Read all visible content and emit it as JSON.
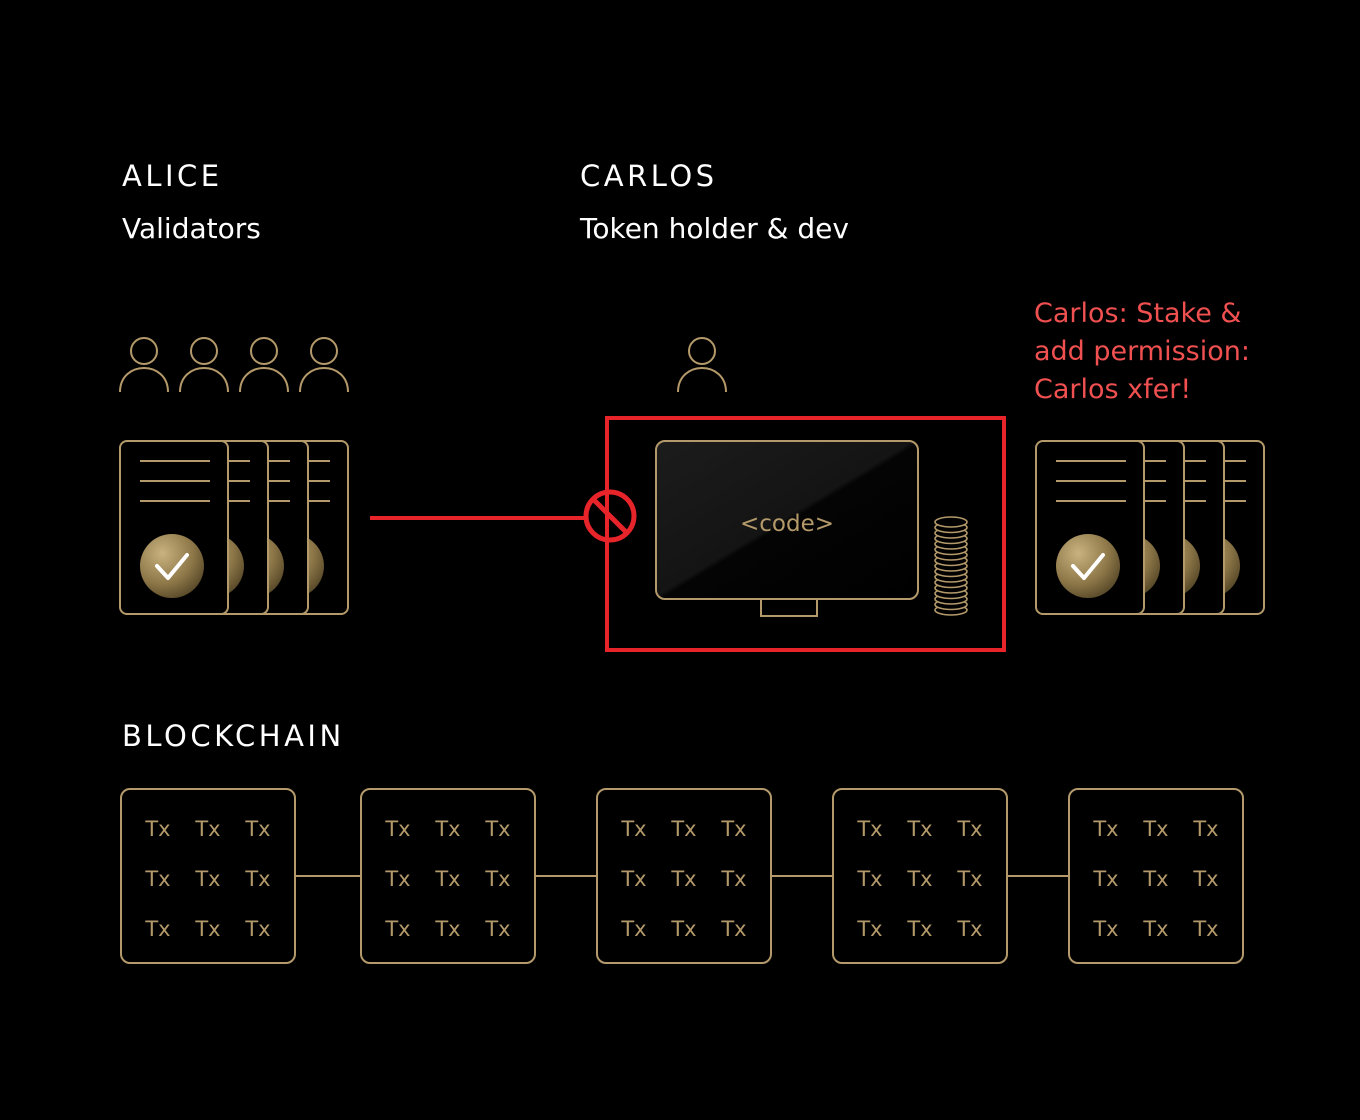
{
  "colors": {
    "background": "#000000",
    "gold": "#b49a6a",
    "red": "#e8242b",
    "note_red": "#f05050",
    "text": "#ffffff"
  },
  "alice": {
    "title": "ALICE",
    "subtitle": "Validators"
  },
  "carlos": {
    "title": "CARLOS",
    "subtitle": "Token holder & dev"
  },
  "note": {
    "lines": [
      "Carlos: Stake &",
      "add permission:",
      "Carlos xfer!"
    ]
  },
  "device": {
    "code_label": "<code>"
  },
  "blockchain": {
    "title": "BLOCKCHAIN",
    "blocks": [
      [
        "Tx",
        "Tx",
        "Tx",
        "Tx",
        "Tx",
        "Tx",
        "Tx",
        "Tx",
        "Tx"
      ],
      [
        "Tx",
        "Tx",
        "Tx",
        "Tx",
        "Tx",
        "Tx",
        "Tx",
        "Tx",
        "Tx"
      ],
      [
        "Tx",
        "Tx",
        "Tx",
        "Tx",
        "Tx",
        "Tx",
        "Tx",
        "Tx",
        "Tx"
      ],
      [
        "Tx",
        "Tx",
        "Tx",
        "Tx",
        "Tx",
        "Tx",
        "Tx",
        "Tx",
        "Tx"
      ],
      [
        "Tx",
        "Tx",
        "Tx",
        "Tx",
        "Tx",
        "Tx",
        "Tx",
        "Tx",
        "Tx"
      ]
    ]
  },
  "icons": {
    "person": "person-icon",
    "validator_card": "validator-card-icon",
    "check": "check-icon",
    "prohibited": "prohibited-icon",
    "monitor": "monitor-icon",
    "coins": "coin-stack-icon"
  }
}
